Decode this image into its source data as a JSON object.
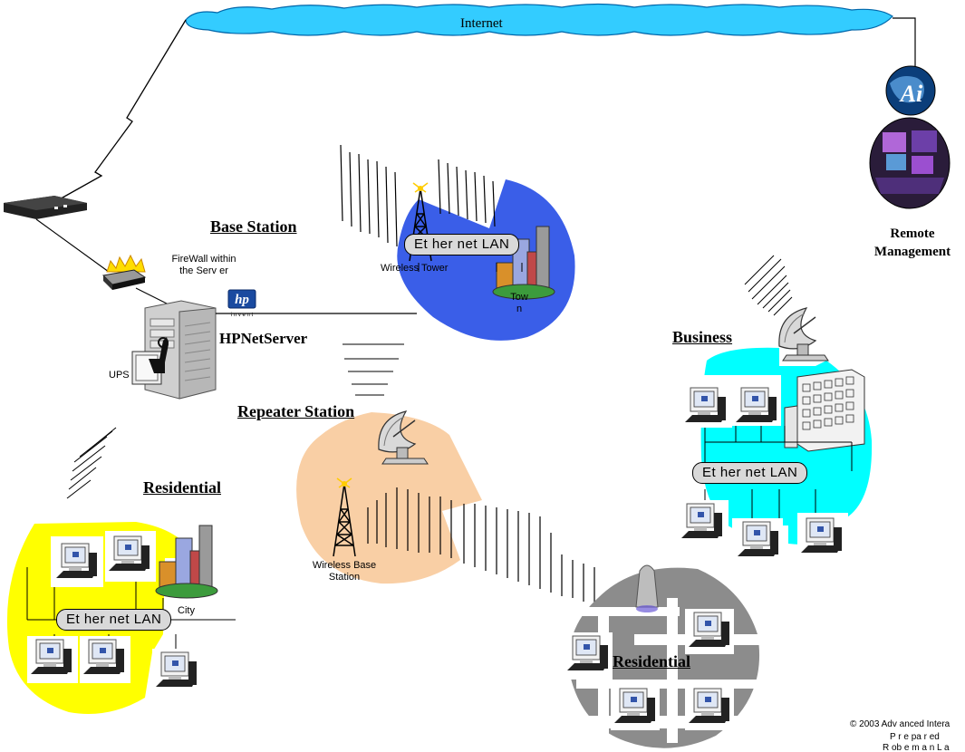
{
  "internet": {
    "label": "Internet"
  },
  "base_station": {
    "title": "Base Station",
    "tower_label": "Wireless Tower",
    "lan_label": "Et her net LAN",
    "town_label": "Tow n"
  },
  "server": {
    "firewall_label": "FireWall within the Serv er",
    "ups_label": "UPS",
    "name": "HPNetServer",
    "hp_logo_text": "hp",
    "hp_invent_text": "i n v e n t"
  },
  "repeater": {
    "title": "Repeater Station",
    "tower_label": "Wireless Base Station"
  },
  "remote": {
    "logo_text": "Ai",
    "label_line1": "Remote",
    "label_line2": "Management"
  },
  "business": {
    "title": "Business",
    "lan_label": "Et her net LAN"
  },
  "residential_left": {
    "title": "Residential",
    "lan_label": "Et her net LAN",
    "city_label": "City"
  },
  "residential_right": {
    "title": "Residential"
  },
  "footer": {
    "line1": "© 2003 Adv anced Intera",
    "line2": "P r e pa r ed",
    "line3": "R ob e m a n L a"
  },
  "colors": {
    "base_cell": "#3a5ee8",
    "repeater_cell": "#f9cfa5",
    "business_cell": "#00ffff",
    "residential_left_cell": "#ffff00",
    "residential_right_cell": "#8c8c8c",
    "internet_cloud": "#33ccff"
  }
}
